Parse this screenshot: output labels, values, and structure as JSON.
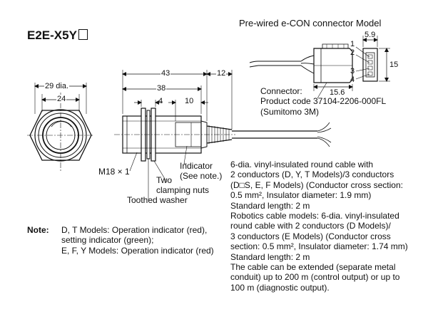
{
  "model_name": "E2E-X5Y",
  "econ_title": "Pre-wired e-CON connector Model",
  "dimensions": {
    "dia_29": "29 dia.",
    "w_24": "24",
    "len_43": "43",
    "len_12": "12",
    "len_38": "38",
    "len_4": "4",
    "len_10": "10",
    "econ_5_9": "5.9",
    "econ_15_6": "15.6",
    "econ_15": "15"
  },
  "pins": [
    "1",
    "2",
    "3",
    "4"
  ],
  "callouts": {
    "thread": "M18 × 1",
    "indicator_1": "Indicator",
    "indicator_2": "(See note.)",
    "clamping_1": "Two",
    "clamping_2": "clamping nuts",
    "washer": "Toothed washer"
  },
  "connector": [
    "Connector:",
    "Product code 37104-2206-000FL",
    "(Sumitomo 3M)"
  ],
  "cable_lines": [
    "6-dia. vinyl-insulated round cable with",
    "2 conductors (D, Y, T Models)/3 conductors",
    "(D□S, E, F Models) (Conductor cross section:",
    "0.5 mm², Insulator diameter: 1.9 mm)",
    "Standard length: 2 m",
    "Robotics cable models: 6-dia. vinyl-insulated",
    "round cable with 2 conductors (D Models)/",
    "3 conductors (E Models) (Conductor cross",
    "section: 0.5 mm², Insulator diameter: 1.74 mm)",
    "Standard length: 2 m",
    "The cable can be extended (separate metal",
    "conduit) up to 200 m (control output) or up to",
    "100 m (diagnostic output)."
  ],
  "note": {
    "label": "Note:",
    "line1": "D, T Models: Operation indicator (red),",
    "line2": "setting indicator (green);",
    "line3": "E, F, Y Models: Operation indicator (red)"
  }
}
